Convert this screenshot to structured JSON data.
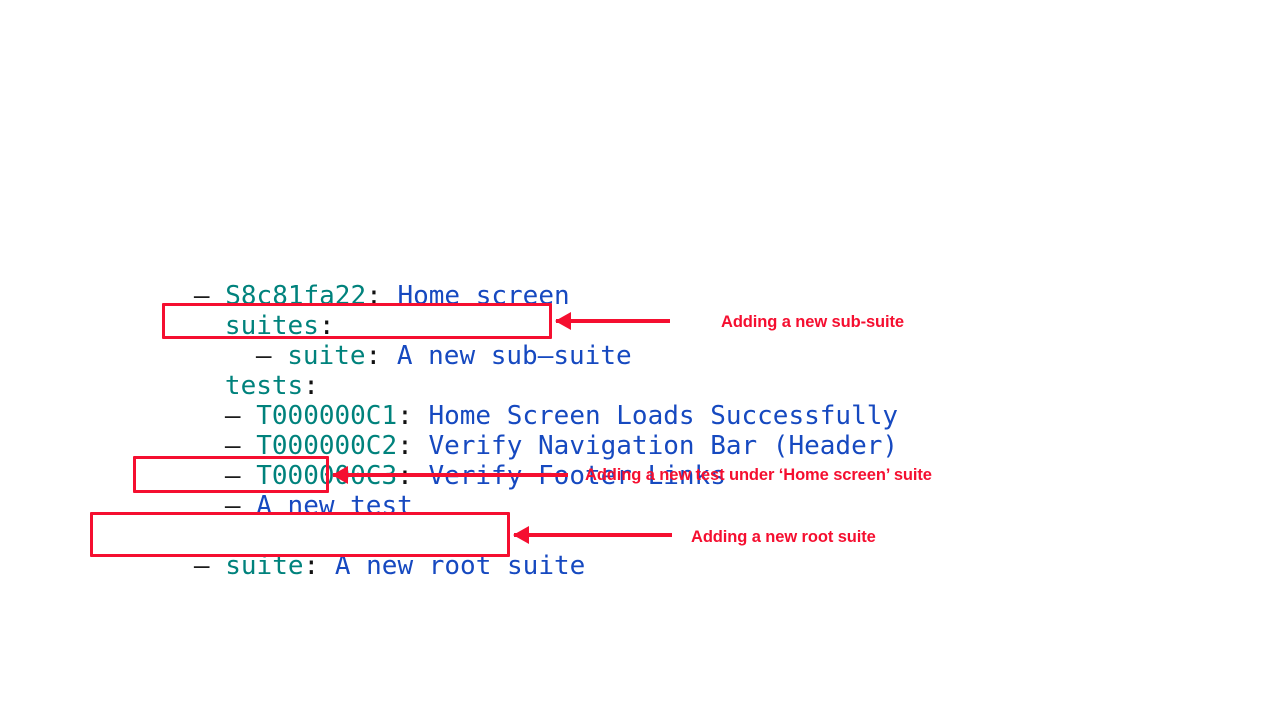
{
  "colors": {
    "background": "#ffffff",
    "key_teal": "#00827c",
    "value_blue": "#1649c0",
    "punctuation": "#111111",
    "annotation_red": "#f50f30"
  },
  "tree": {
    "root_suite": {
      "bullet": "–",
      "id": "S8c81fa22",
      "colon": ":",
      "name": "Home screen"
    },
    "suites_key": "suites",
    "suites_colon": ":",
    "sub_suite": {
      "bullet": "–",
      "key": "suite",
      "colon": ":",
      "name": "A new sub–suite"
    },
    "tests_key": "tests",
    "tests_colon": ":",
    "tests": [
      {
        "bullet": "–",
        "id": "T000000C1",
        "colon": ":",
        "name": "Home Screen Loads Successfully"
      },
      {
        "bullet": "–",
        "id": "T000000C2",
        "colon": ":",
        "name": "Verify Navigation Bar (Header)"
      },
      {
        "bullet": "–",
        "id": "T000000C3",
        "colon": ":",
        "name": "Verify Footer Links"
      }
    ],
    "new_test": {
      "bullet": "–",
      "name": "A new test"
    },
    "new_root_suite": {
      "bullet": "–",
      "key": "suite",
      "colon": ":",
      "name": "A new root suite"
    }
  },
  "annotations": [
    {
      "label": "Adding a new sub-suite"
    },
    {
      "label": "Adding a new test under ‘Home screen’ suite"
    },
    {
      "label": "Adding a new root suite"
    }
  ]
}
